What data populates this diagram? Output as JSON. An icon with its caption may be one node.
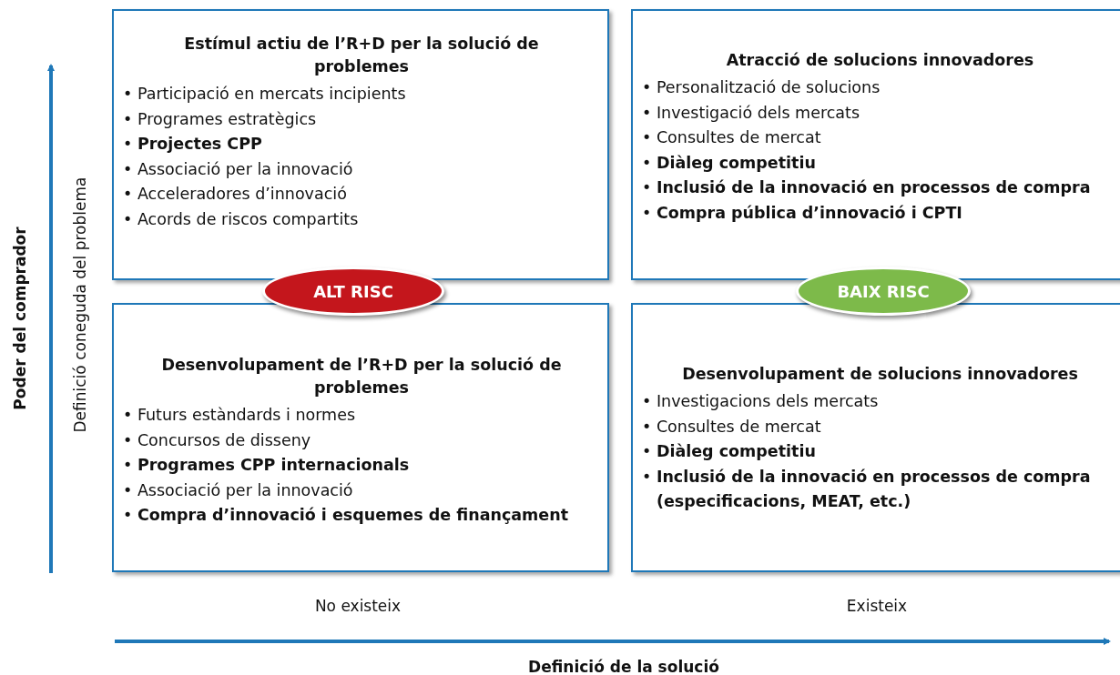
{
  "diagram": {
    "nodes": [
      {
        "text": [
          "Estímul actiu de l’R+D per la solució de problemes",
          "• Participació en mercats incipients",
          "• Programes estratègics",
          "• **Projectes CPP**",
          "• Associació per la innovació",
          "• Acceleradores d’innovació",
          "• Acords de riscos compartits"
        ]
      },
      {
        "text": [
          "Atracció de solucions innovadores",
          "• Personalització de solucions",
          "• Investigació dels mercats",
          "• Consultes de mercat",
          "• **Diàleg competitiu**",
          "• **Inclusió de la innovació en processos de compra**",
          "• **Compra pública d’innovació i CPTI**"
        ]
      },
      {
        "text": [
          "Desenvolupament de l’R+D per la solució de problemes",
          "• Futurs estàndards i normes",
          "• Concursos de disseny",
          "• **Programes CPP internacionals**",
          "• Associació per la innovació",
          "• **Compra d’innovació i esquemes de finançament**"
        ]
      },
      {
        "text": [
          "Desenvolupament de solucions innovadores",
          "• Investigacions dels mercats",
          "• Consultes de mercat",
          "• **Diàleg competitiu**",
          "• **Inclusió de la innovació en processos de compra (especificacions, MEAT, etc.)**"
        ]
      },
      {
        "text": [
          "ALT RISC"
        ]
      },
      {
        "text": [
          "BAIX RISC"
        ]
      }
    ],
    "labels": [
      "Poder del comprador",
      "Definició coneguda del problema",
      "No existeix",
      "Existeix",
      "Definició de la solució"
    ]
  }
}
